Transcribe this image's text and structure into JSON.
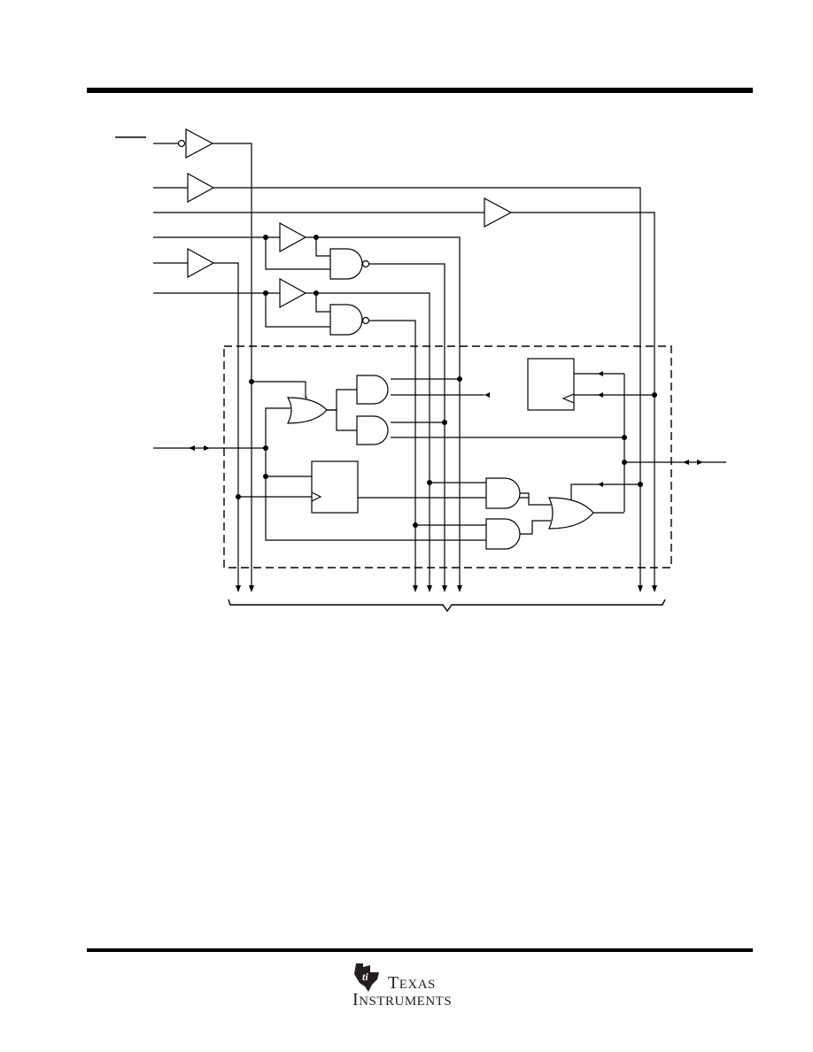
{
  "footer": {
    "logo_line1_cap": "T",
    "logo_line1_rest": "EXAS",
    "logo_line2_cap": "I",
    "logo_line2_rest": "NSTRUMENTS"
  },
  "colors": {
    "ink": "#000000",
    "logo": "#231f20"
  },
  "icons": [
    "ti-state-logo-icon",
    "buffer-gate",
    "and-gate",
    "or-gate",
    "nand-gate",
    "flip-flop-block",
    "bidirectional-arrow-icon"
  ]
}
